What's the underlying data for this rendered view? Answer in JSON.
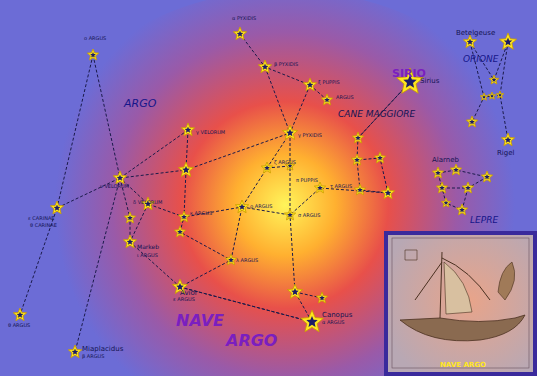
{
  "diagram": {
    "labels": [
      "ARGO",
      "NAVE",
      "ARGO",
      "SIRIO",
      "Sirius",
      "CANE MAGGIORE",
      "ORIONE",
      "Betelgeuse",
      "Rigel",
      "LEPRE",
      "Alarneb",
      "α PYXIDIS",
      "β PYXIDIS",
      "ξ PUPPIS",
      "ARGUS",
      "ο ARGUS",
      "ν VELORUM",
      "ε CARINAE",
      "θ CARINAE",
      "θ ARGUS",
      "Miaplacidus",
      "β ARGUS",
      "Avior",
      "ε ARGUS",
      "Canopus",
      "α ARGUS",
      "γ VELORUM",
      "δ VELORUM",
      "Markeb",
      "ι ARGUS",
      "κ ARGUS",
      "γ PYXIDIS",
      "ζ ARGUS",
      "π PUPPIS",
      "ρ ARGUS",
      "σ ARGUS",
      "τ ARGUS",
      "λ ARGUS",
      "NAVE ARGO"
    ]
  }
}
